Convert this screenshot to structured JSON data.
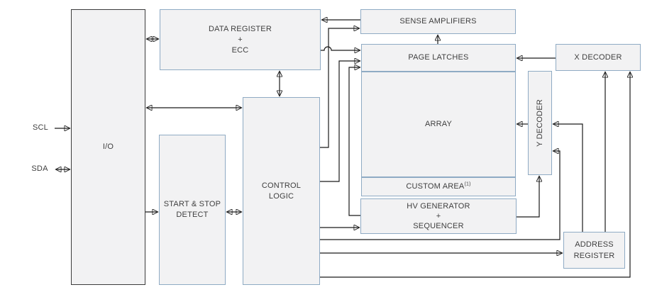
{
  "pins": {
    "scl": {
      "label": "SCL",
      "direction": "input"
    },
    "sda": {
      "label": "SDA",
      "direction": "bidirectional"
    }
  },
  "blocks": {
    "io": {
      "label": "I/O"
    },
    "data_register": {
      "line1": "DATA REGISTER",
      "line2": "+",
      "line3": "ECC"
    },
    "start_stop_detect": {
      "line1": "START & STOP",
      "line2": "DETECT"
    },
    "control_logic": {
      "line1": "CONTROL",
      "line2": "LOGIC"
    },
    "sense_amplifiers": {
      "label": "SENSE AMPLIFIERS"
    },
    "page_latches": {
      "label": "PAGE LATCHES"
    },
    "array": {
      "label": "ARRAY"
    },
    "custom_area": {
      "label": "CUSTOM AREA",
      "footnote": "(1)"
    },
    "hv_generator": {
      "line1": "HV GENERATOR",
      "line2": "+",
      "line3": "SEQUENCER"
    },
    "y_decoder": {
      "label": "Y DECODER"
    },
    "x_decoder": {
      "label": "X DECODER"
    },
    "address_register": {
      "line1": "ADDRESS",
      "line2": "REGISTER"
    }
  },
  "connections": [
    {
      "from": "SCL",
      "to": "I/O",
      "type": "one-way"
    },
    {
      "from": "SDA",
      "to": "I/O",
      "type": "bidirectional"
    },
    {
      "from": "I/O",
      "to": "DATA REGISTER + ECC",
      "type": "bidirectional"
    },
    {
      "from": "I/O",
      "to": "CONTROL LOGIC",
      "type": "bidirectional"
    },
    {
      "from": "I/O",
      "to": "START & STOP DETECT",
      "type": "one-way"
    },
    {
      "from": "START & STOP DETECT",
      "to": "CONTROL LOGIC",
      "type": "bidirectional"
    },
    {
      "from": "DATA REGISTER + ECC",
      "to": "CONTROL LOGIC",
      "type": "bidirectional"
    },
    {
      "from": "SENSE AMPLIFIERS",
      "to": "DATA REGISTER + ECC",
      "type": "one-way"
    },
    {
      "from": "CONTROL LOGIC",
      "to": "SENSE AMPLIFIERS",
      "type": "one-way"
    },
    {
      "from": "DATA REGISTER + ECC",
      "to": "PAGE LATCHES",
      "type": "one-way"
    },
    {
      "from": "CONTROL LOGIC",
      "to": "PAGE LATCHES",
      "type": "one-way"
    },
    {
      "from": "HV GENERATOR + SEQUENCER",
      "to": "PAGE LATCHES",
      "type": "one-way"
    },
    {
      "from": "PAGE LATCHES",
      "to": "SENSE AMPLIFIERS",
      "type": "one-way"
    },
    {
      "from": "X DECODER",
      "to": "PAGE LATCHES",
      "type": "one-way"
    },
    {
      "from": "Y DECODER",
      "to": "ARRAY",
      "type": "one-way"
    },
    {
      "from": "ADDRESS REGISTER",
      "to": "Y DECODER",
      "type": "one-way"
    },
    {
      "from": "CONTROL LOGIC",
      "to": "Y DECODER",
      "type": "one-way"
    },
    {
      "from": "HV GENERATOR + SEQUENCER",
      "to": "Y DECODER",
      "type": "one-way"
    },
    {
      "from": "ADDRESS REGISTER",
      "to": "X DECODER",
      "type": "one-way"
    },
    {
      "from": "CONTROL LOGIC",
      "to": "X DECODER",
      "type": "one-way"
    },
    {
      "from": "CONTROL LOGIC",
      "to": "ADDRESS REGISTER",
      "type": "one-way"
    },
    {
      "from": "CONTROL LOGIC",
      "to": "HV GENERATOR + SEQUENCER",
      "type": "one-way"
    }
  ],
  "colors": {
    "background": "#ffffff",
    "box_fill": "#f2f2f3",
    "box_border_blue": "#8fabc4",
    "io_border": "#3c3c3c",
    "wire": "#1a1a1a",
    "text": "#3f3f3f"
  }
}
